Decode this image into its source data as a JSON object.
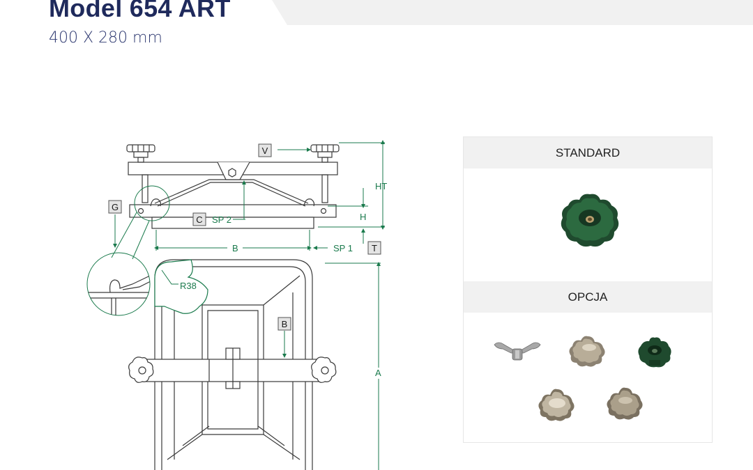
{
  "header": {
    "title": "Model 654 ART",
    "subtitle": "400 X 280 mm"
  },
  "drawing": {
    "labels": {
      "V": "V",
      "HT": "HT",
      "H": "H",
      "G": "G",
      "C": "C",
      "SP2": "SP 2",
      "B": "B",
      "SP1": "SP 1",
      "T": "T",
      "R38": "R38",
      "B2": "B",
      "A": "A"
    }
  },
  "options_panel": {
    "standard_label": "STANDARD",
    "option_label": "OPCJA"
  },
  "colors": {
    "title": "#1f2a5c",
    "dimension_green": "#1a7a4c",
    "line_dark": "#3a3a3a",
    "panel_header_bg": "#f1f1f1"
  }
}
